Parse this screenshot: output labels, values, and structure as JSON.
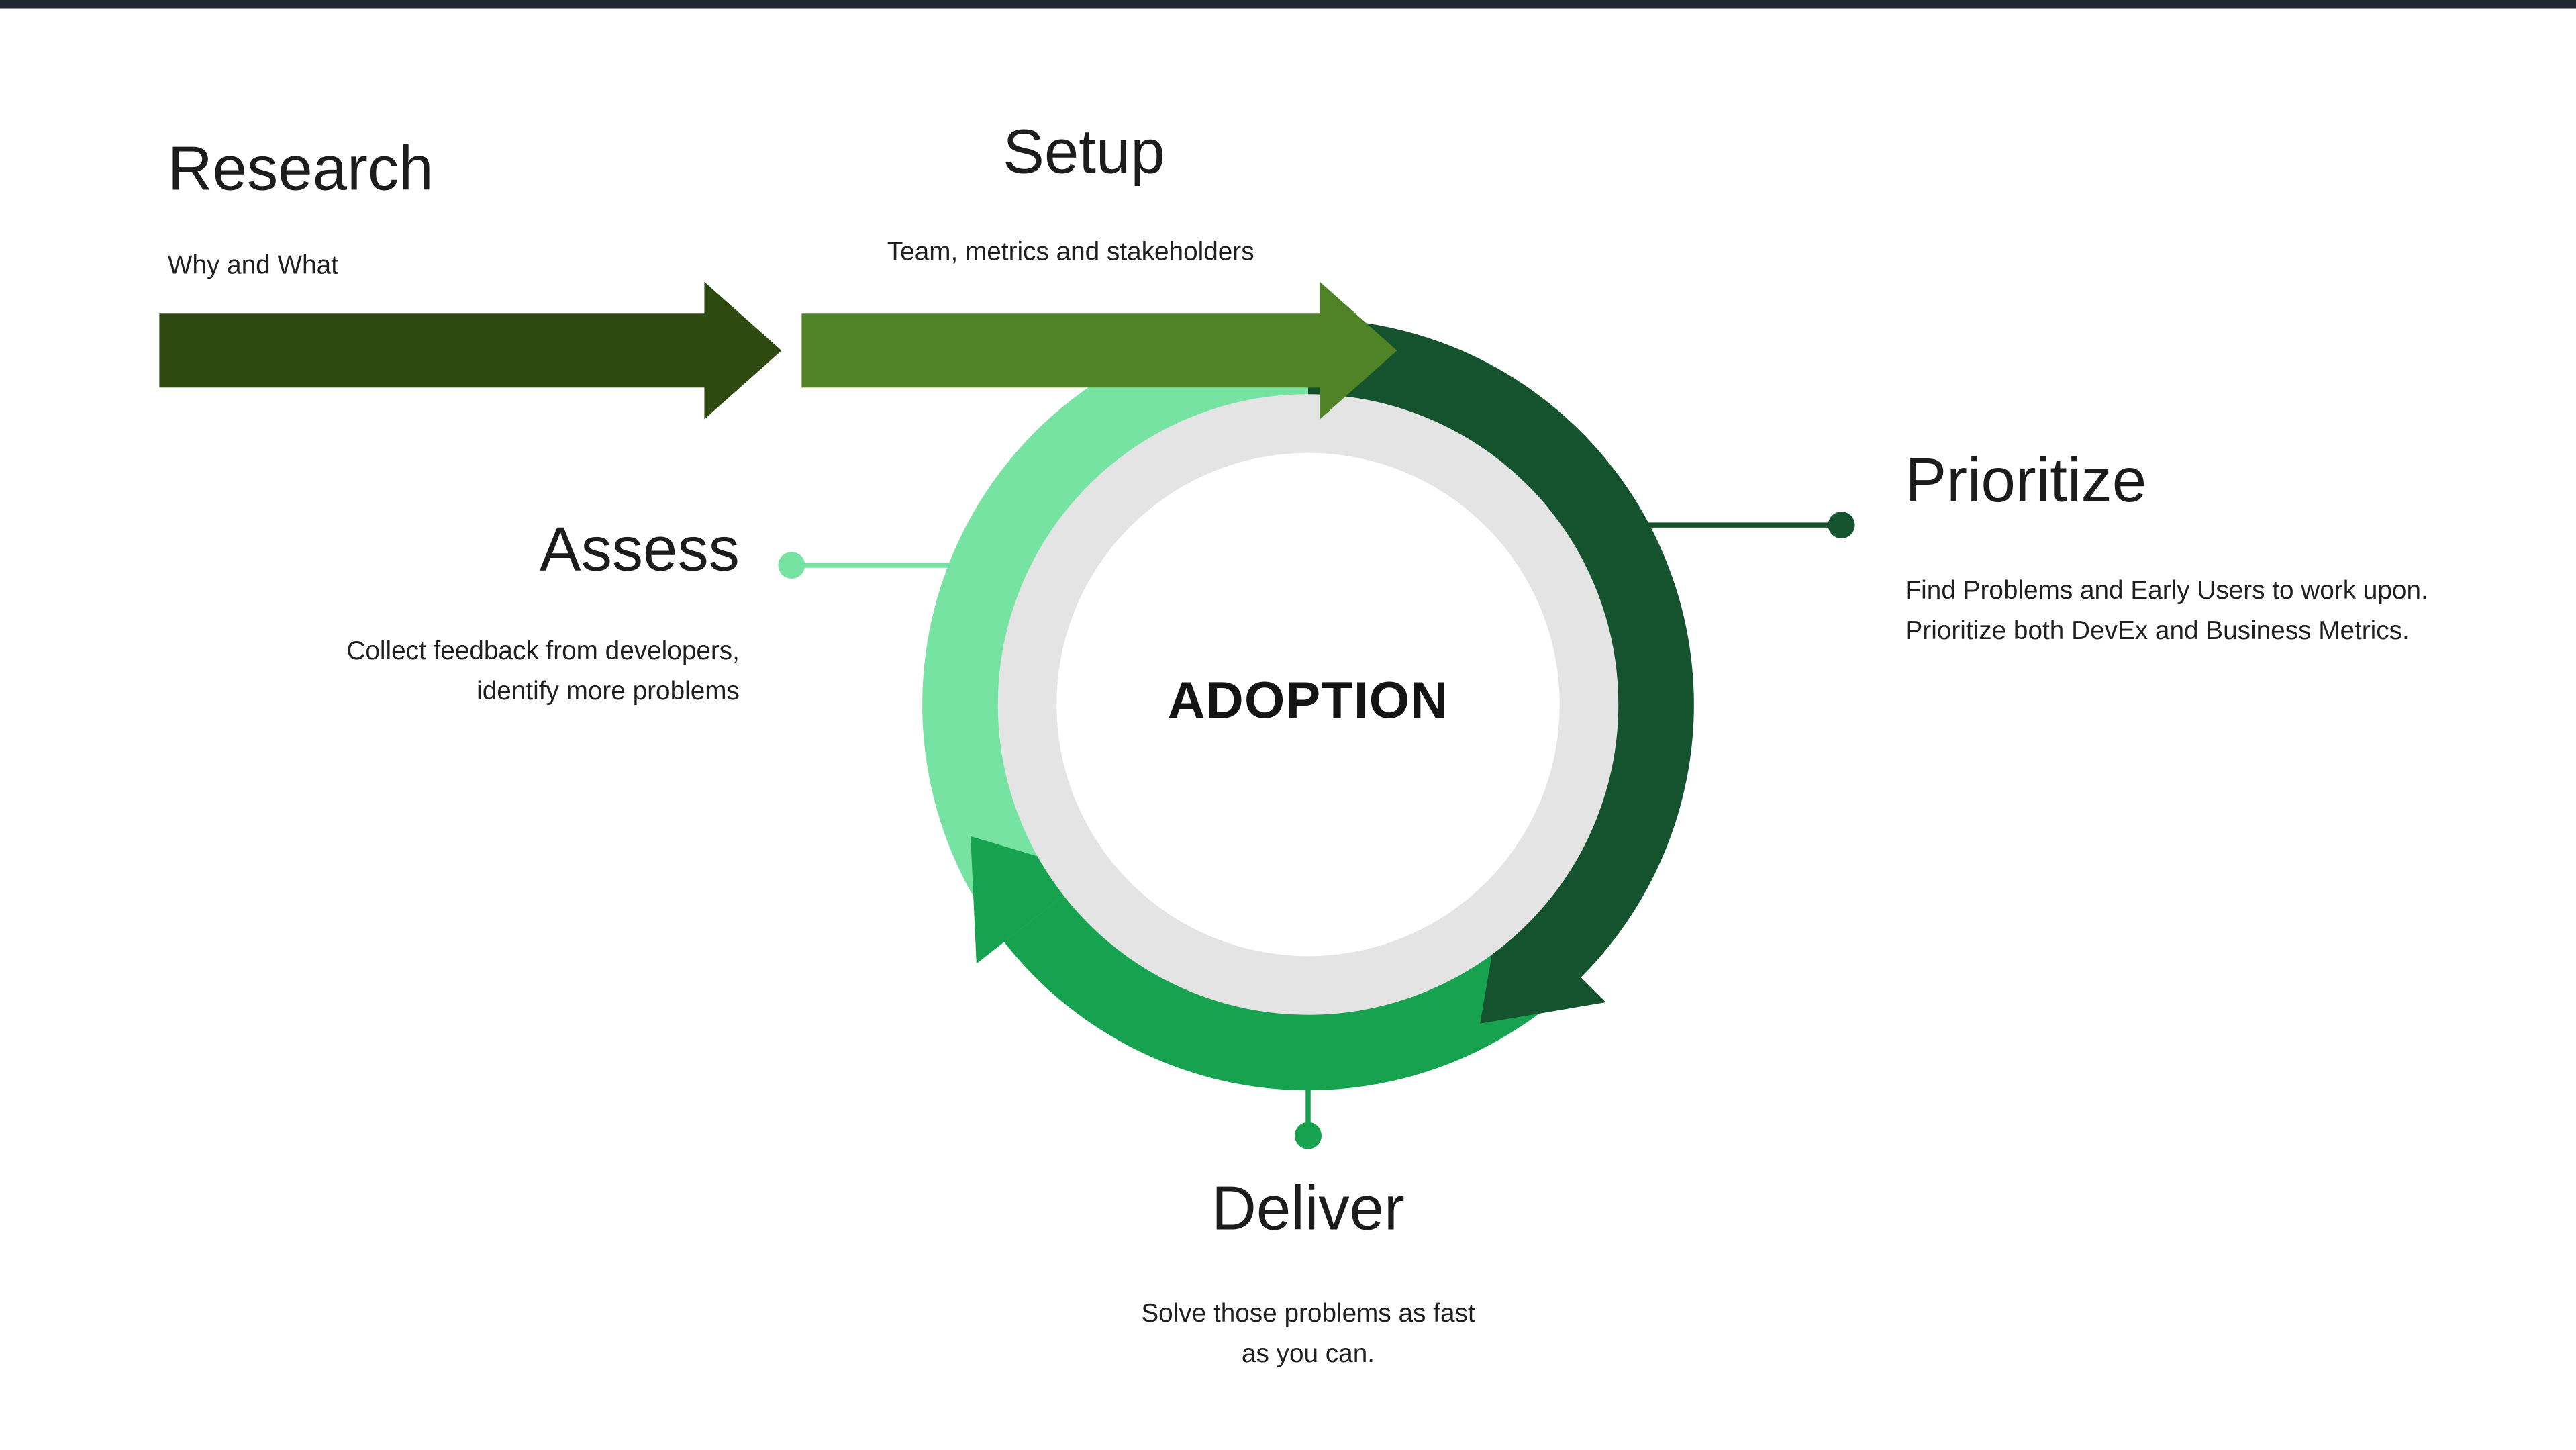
{
  "page": {
    "background": "#ffffff",
    "top_bar_color": "#202733"
  },
  "colors": {
    "research_arrow": "#2f4a11",
    "setup_arrow": "#4f8326",
    "ring_dark": "#14532d",
    "ring_green": "#17a24f",
    "ring_light": "#76e3a2",
    "ring_gray": "#e4e4e4",
    "center_fill": "#ffffff"
  },
  "cycle": {
    "center_label": "ADOPTION"
  },
  "steps": {
    "research": {
      "title": "Research",
      "description": "Why and What"
    },
    "setup": {
      "title": "Setup",
      "description": "Team, metrics and stakeholders"
    },
    "prioritize": {
      "title": "Prioritize",
      "description": "Find Problems and Early Users to work upon. Prioritize both DevEx and Business Metrics."
    },
    "deliver": {
      "title": "Deliver",
      "description": "Solve those problems as fast as you can."
    },
    "assess": {
      "title": "Assess",
      "description": "Collect feedback from developers, identify more problems"
    }
  }
}
